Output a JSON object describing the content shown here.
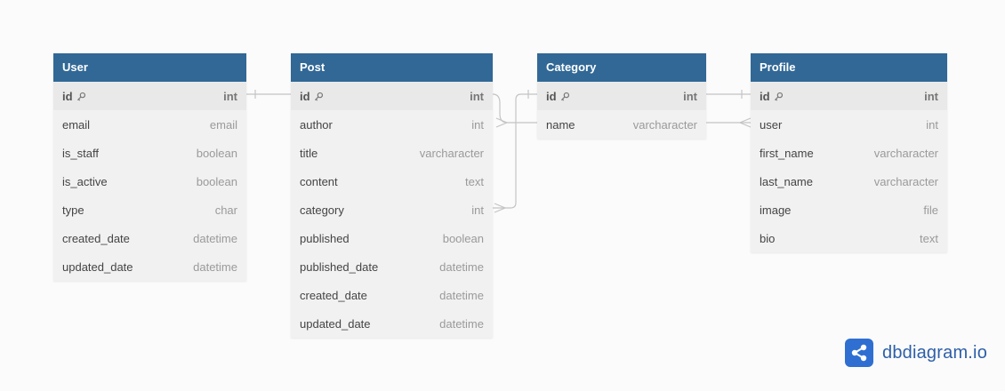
{
  "tables": [
    {
      "name": "User",
      "fields": [
        {
          "name": "id",
          "type": "int",
          "pk": true
        },
        {
          "name": "email",
          "type": "email"
        },
        {
          "name": "is_staff",
          "type": "boolean"
        },
        {
          "name": "is_active",
          "type": "boolean"
        },
        {
          "name": "type",
          "type": "char"
        },
        {
          "name": "created_date",
          "type": "datetime"
        },
        {
          "name": "updated_date",
          "type": "datetime"
        }
      ]
    },
    {
      "name": "Post",
      "fields": [
        {
          "name": "id",
          "type": "int",
          "pk": true
        },
        {
          "name": "author",
          "type": "int"
        },
        {
          "name": "title",
          "type": "varcharacter"
        },
        {
          "name": "content",
          "type": "text"
        },
        {
          "name": "category",
          "type": "int"
        },
        {
          "name": "published",
          "type": "boolean"
        },
        {
          "name": "published_date",
          "type": "datetime"
        },
        {
          "name": "created_date",
          "type": "datetime"
        },
        {
          "name": "updated_date",
          "type": "datetime"
        }
      ]
    },
    {
      "name": "Category",
      "fields": [
        {
          "name": "id",
          "type": "int",
          "pk": true
        },
        {
          "name": "name",
          "type": "varcharacter"
        }
      ]
    },
    {
      "name": "Profile",
      "fields": [
        {
          "name": "id",
          "type": "int",
          "pk": true
        },
        {
          "name": "user",
          "type": "int"
        },
        {
          "name": "first_name",
          "type": "varcharacter"
        },
        {
          "name": "last_name",
          "type": "varcharacter"
        },
        {
          "name": "image",
          "type": "file"
        },
        {
          "name": "bio",
          "type": "text"
        }
      ]
    }
  ],
  "relationships": [
    {
      "from": "User.id",
      "to": "Post.author",
      "from_card": "one",
      "to_card": "many"
    },
    {
      "from": "Category.id",
      "to": "Post.category",
      "from_card": "one",
      "to_card": "many"
    },
    {
      "from": "Category.id",
      "to": "Profile.id",
      "from_card": "one",
      "to_card": "one"
    },
    {
      "from": "Category.name",
      "to": "Profile.user",
      "from_card": "one",
      "to_card": "many"
    }
  ],
  "brand": {
    "name": "dbdiagram.io",
    "icon": "share-nodes-icon"
  },
  "colors": {
    "header": "#316896",
    "body": "#f1f1f1",
    "line": "#c4c4c4",
    "brand": "#2f6fd1"
  }
}
